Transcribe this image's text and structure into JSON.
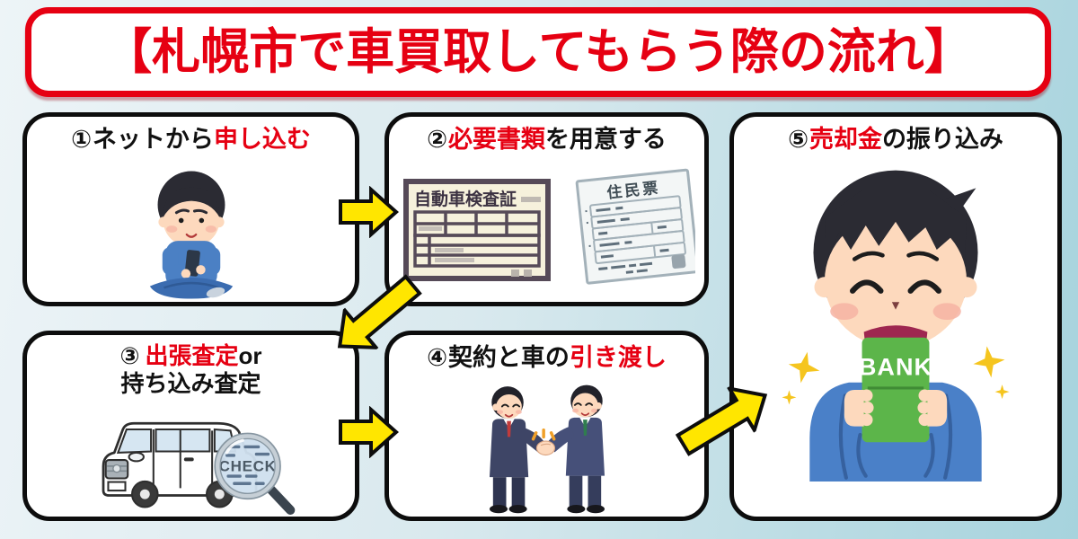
{
  "title": "【札幌市で車買取してもらう際の流れ】",
  "steps": [
    {
      "number": "①",
      "segments": [
        {
          "text": "ネットから",
          "em": false
        },
        {
          "text": "申し込む",
          "em": true
        }
      ],
      "illustration": "person-with-smartphone"
    },
    {
      "number": "②",
      "segments": [
        {
          "text": "必要書類",
          "em": true
        },
        {
          "text": "を用意する",
          "em": false
        }
      ],
      "illustration": "documents",
      "doc1_title": "自動車検査証",
      "doc2_title": "住民票"
    },
    {
      "number": "③",
      "segments": [
        {
          "text": "出張査定",
          "em": true
        },
        {
          "text": "or",
          "em": false
        }
      ],
      "segments_line2": [
        {
          "text": "持ち込み査定",
          "em": false
        }
      ],
      "illustration": "car-with-check-magnifier",
      "check_label": "CHECK"
    },
    {
      "number": "④",
      "segments": [
        {
          "text": "契約と車の",
          "em": false
        },
        {
          "text": "引き渡し",
          "em": true
        }
      ],
      "illustration": "businessmen-handshake"
    },
    {
      "number": "⑤",
      "segments": [
        {
          "text": "売却金",
          "em": true
        },
        {
          "text": "の振り込み",
          "em": false
        }
      ],
      "illustration": "person-with-bankbook",
      "bank_label": "BANK"
    }
  ],
  "arrows": [
    {
      "from": 1,
      "to": 2,
      "direction": "right"
    },
    {
      "from": 2,
      "to": 3,
      "direction": "down-left"
    },
    {
      "from": 3,
      "to": 4,
      "direction": "right"
    },
    {
      "from": 4,
      "to": 5,
      "direction": "up-right"
    }
  ],
  "colors": {
    "emphasis": "#e60012",
    "title_text": "#e60012",
    "title_border": "#e60012",
    "heading_text": "#111111",
    "box_border": "#0d0d0d",
    "arrow_fill": "#ffe600",
    "arrow_outline": "#0d0d0d",
    "bank_green": "#5cb54a",
    "bg_left": "#edf4f7",
    "bg_right": "#a6d3dd"
  }
}
